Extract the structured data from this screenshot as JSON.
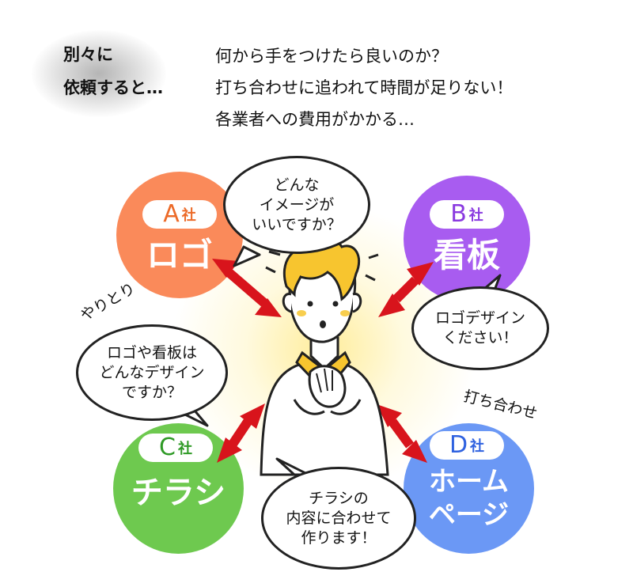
{
  "intro": {
    "label_lines": [
      "別々に",
      "依頼すると…"
    ],
    "problems": [
      "何から手をつけたら良いのか？",
      "打ち合わせに追われて時間が足りない！",
      "各業者への費用がかかる…"
    ]
  },
  "companies": [
    {
      "id": "a",
      "letter": "A",
      "suffix": "社",
      "service": "ロゴ",
      "color": "#fa8a5a",
      "accent": "#ec6a28"
    },
    {
      "id": "b",
      "letter": "B",
      "suffix": "社",
      "service": "看板",
      "color": "#a85cf0",
      "accent": "#8a3ae0"
    },
    {
      "id": "c",
      "letter": "C",
      "suffix": "社",
      "service": "チラシ",
      "color": "#6ec94f",
      "accent": "#2f9a26"
    },
    {
      "id": "d",
      "letter": "D",
      "suffix": "社",
      "service": "ホーム\nページ",
      "color": "#6b98f5",
      "accent": "#2f62e0"
    }
  ],
  "bubbles": {
    "a": "どんな\nイメージが\nいいですか？",
    "b": "ロゴデザイン\nください！",
    "c": "ロゴや看板は\nどんなデザイン\nですか？",
    "d": "チラシの\n内容に合わせて\n作ります！"
  },
  "notes": {
    "yaritori": "やりとり",
    "uchiawase": "打ち合わせ"
  },
  "colors": {
    "arrow": "#d8141c",
    "hair": "#f7c52f",
    "outline": "#222222"
  }
}
